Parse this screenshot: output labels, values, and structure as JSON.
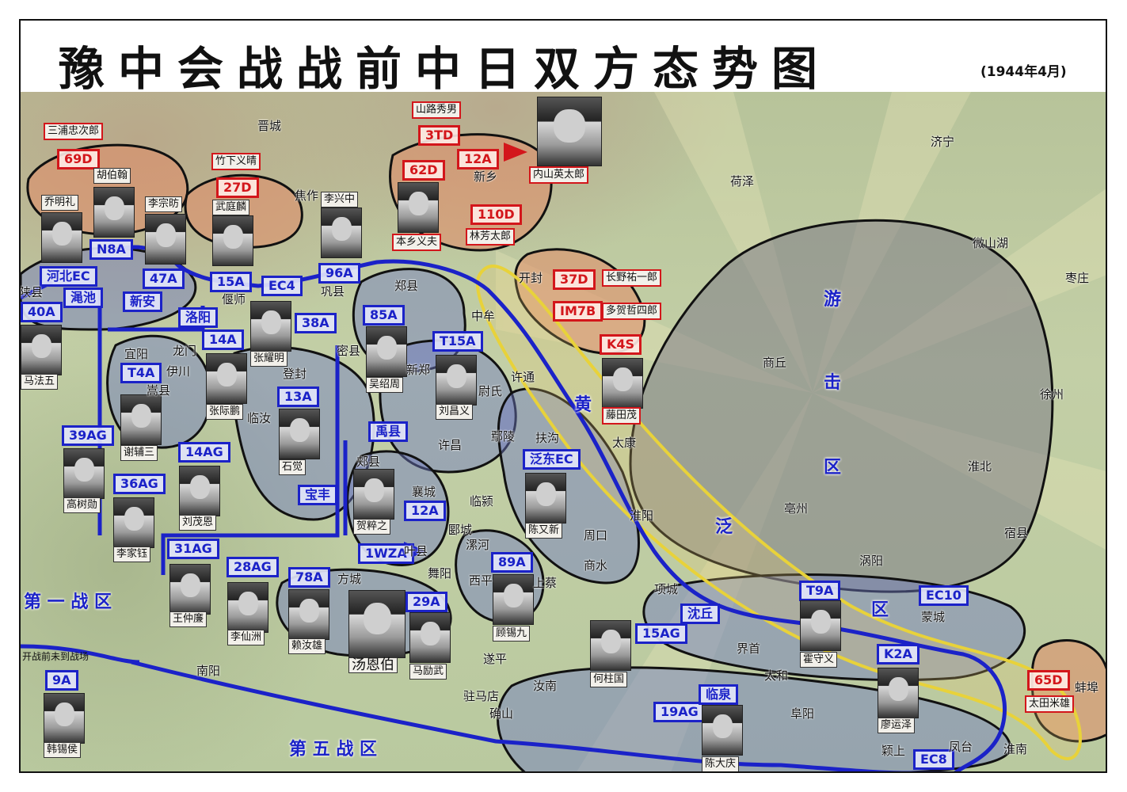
{
  "header": {
    "title": "豫中会战战前中日双方态势图",
    "subtitle": "(1944年4月)"
  },
  "colors": {
    "japanese": "#d3161b",
    "chinese": "#1b22c8",
    "yellow_river_zone": "#e8d23a"
  },
  "japanese_units": [
    "69D",
    "27D",
    "3TD",
    "12A",
    "62D",
    "110D",
    "37D",
    "IM7B",
    "K4S",
    "65D"
  ],
  "chinese_units": [
    "N8A",
    "河北EC",
    "47A",
    "15A",
    "EC4",
    "96A",
    "40A",
    "渑池",
    "新安",
    "洛阳",
    "14A",
    "38A",
    "85A",
    "T15A",
    "13A",
    "T4A",
    "39AG",
    "14AG",
    "36AG",
    "禹县",
    "宝丰",
    "12A",
    "31AG",
    "1WZA",
    "28AG",
    "78A",
    "29A",
    "89A",
    "泛东EC",
    "15AG",
    "沈丘",
    "T9A",
    "EC10",
    "K2A",
    "19AG",
    "临泉",
    "EC8",
    "9A"
  ],
  "japanese_commanders": [
    "三浦忠次郎",
    "竹下义晴",
    "山路秀男",
    "内山英太郎",
    "本乡义夫",
    "林芳太郎",
    "长野祐一郎",
    "多贺哲四郎",
    "藤田茂",
    "太田米雄"
  ],
  "chinese_commanders": [
    "胡伯翰",
    "乔明礼",
    "李宗昉",
    "武庭麟",
    "李兴中",
    "马法五",
    "张耀明",
    "吴绍周",
    "张际鹏",
    "刘昌义",
    "谢辅三",
    "石觉",
    "高树勋",
    "刘茂恩",
    "李家钰",
    "贺粹之",
    "陈又新",
    "王仲廉",
    "李仙洲",
    "赖汝雄",
    "汤恩伯",
    "马励武",
    "顾锡九",
    "何柱国",
    "霍守义",
    "廖运泽",
    "陈大庆",
    "韩锡侯"
  ],
  "places": [
    "晋城",
    "焦作",
    "新乡",
    "开封",
    "郑县",
    "巩县",
    "偃师",
    "中牟",
    "密县",
    "宜阳",
    "龙门",
    "伊川",
    "嵩县",
    "登封",
    "新郑",
    "许通",
    "尉氏",
    "临汝",
    "鄢陵",
    "扶沟",
    "太康",
    "许昌",
    "郏县",
    "襄城",
    "临颍",
    "郾城",
    "漯河",
    "叶县",
    "方城",
    "舞阳",
    "西平",
    "上蔡",
    "周口",
    "商水",
    "淮阳",
    "项城",
    "界首",
    "太和",
    "阜阳",
    "遂平",
    "汝南",
    "驻马店",
    "确山",
    "颖上",
    "凤台",
    "淮南",
    "蚌埠",
    "宿县",
    "涡阳",
    "蒙城",
    "亳州",
    "淮北",
    "徐州",
    "商丘",
    "枣庄",
    "微山湖",
    "济宁",
    "荷泽",
    "南阳",
    "陕县"
  ],
  "regions": [
    "第 一 战 区",
    "第 五 战 区",
    "游",
    "击",
    "区",
    "黄",
    "泛",
    "区"
  ],
  "note": "开战前未到战场"
}
